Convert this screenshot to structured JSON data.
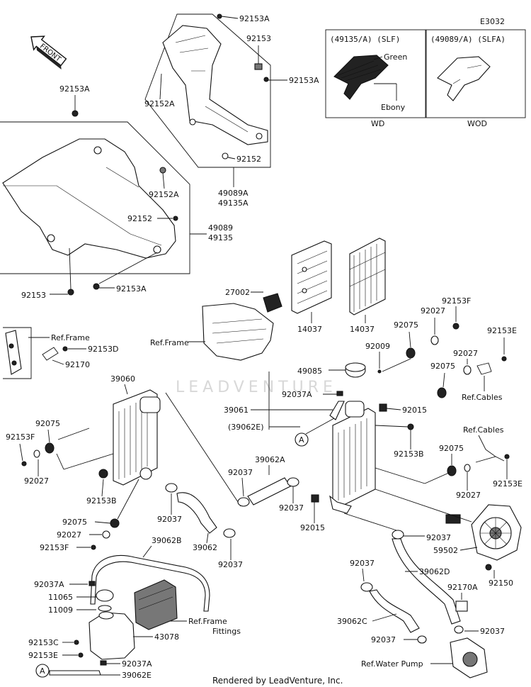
{
  "diagram_code": "E3032",
  "front_label": "FRONT",
  "watermark": "LEADVENTURE",
  "footer": "Rendered by LeadVenture, Inc.",
  "variants": [
    {
      "header": "(49135/A)  (SLF)",
      "color_a": "Green",
      "color_b": "Ebony",
      "caption": "WD"
    },
    {
      "header": "(49089/A)  (SLFA)",
      "caption": "WOD"
    }
  ],
  "labels": {
    "p92153A_top": "92153A",
    "p92153_top": "92153",
    "p92153A_r": "92153A",
    "p92152A_up": "92152A",
    "p92152_up": "92152",
    "p49089A": "49089A",
    "p49135A": "49135A",
    "p92153A_left": "92153A",
    "p92152A_mid": "92152A",
    "p92152_mid": "92152",
    "p49089": "49089",
    "p49135": "49135",
    "p92153_bl": "92153",
    "p92153A_bot": "92153A",
    "p27002": "27002",
    "ref_frame_mid": "Ref.Frame",
    "p14037_a": "14037",
    "p14037_b": "14037",
    "ref_frame_l": "Ref.Frame",
    "p92153D": "92153D",
    "p92170": "92170",
    "p39060": "39060",
    "p92075_l": "92075",
    "p92153F_l": "92153F",
    "p92027_l": "92027",
    "p92153B_l": "92153B",
    "p92075_l2": "92075",
    "p92027_l2": "92027",
    "p92153F_l2": "92153F",
    "p92037_l": "92037",
    "p39062": "39062",
    "p92037_l2": "92037",
    "p39062B": "39062B",
    "p92037A_l": "92037A",
    "p11065": "11065",
    "p11009": "11009",
    "ref_frame_fit": "Ref.Frame",
    "fittings": "Fittings",
    "p43078": "43078",
    "p92153C": "92153C",
    "p92153E_l": "92153E",
    "p92037A_l2": "92037A",
    "p39062E_b": "39062E",
    "circ_a1": "A",
    "p92153F_r": "92153F",
    "p92027_r1": "92027",
    "p92075_r1": "92075",
    "p92009": "92009",
    "p92153E_r1": "92153E",
    "p92027_r2": "92027",
    "p92075_r2": "92075",
    "p49085": "49085",
    "ref_cables_1": "Ref.Cables",
    "p92037A_r": "92037A",
    "p39061": "39061",
    "p92015_r": "92015",
    "p39062E_p": "(39062E)",
    "circ_a2": "A",
    "p92153B_r": "92153B",
    "ref_cables_2": "Ref.Cables",
    "p92075_r3": "92075",
    "p39062A": "39062A",
    "p92037_m1": "92037",
    "p92037_m2": "92037",
    "p92027_r3": "92027",
    "p92153E_r2": "92153E",
    "p92015_b": "92015",
    "p92037_r1": "92037",
    "p59502": "59502",
    "p92037_r2": "92037",
    "p39062D": "39062D",
    "p92170A": "92170A",
    "p92150": "92150",
    "p39062C": "39062C",
    "p92037_r3": "92037",
    "p92037_r4": "92037",
    "ref_water_pump": "Ref.Water Pump"
  }
}
